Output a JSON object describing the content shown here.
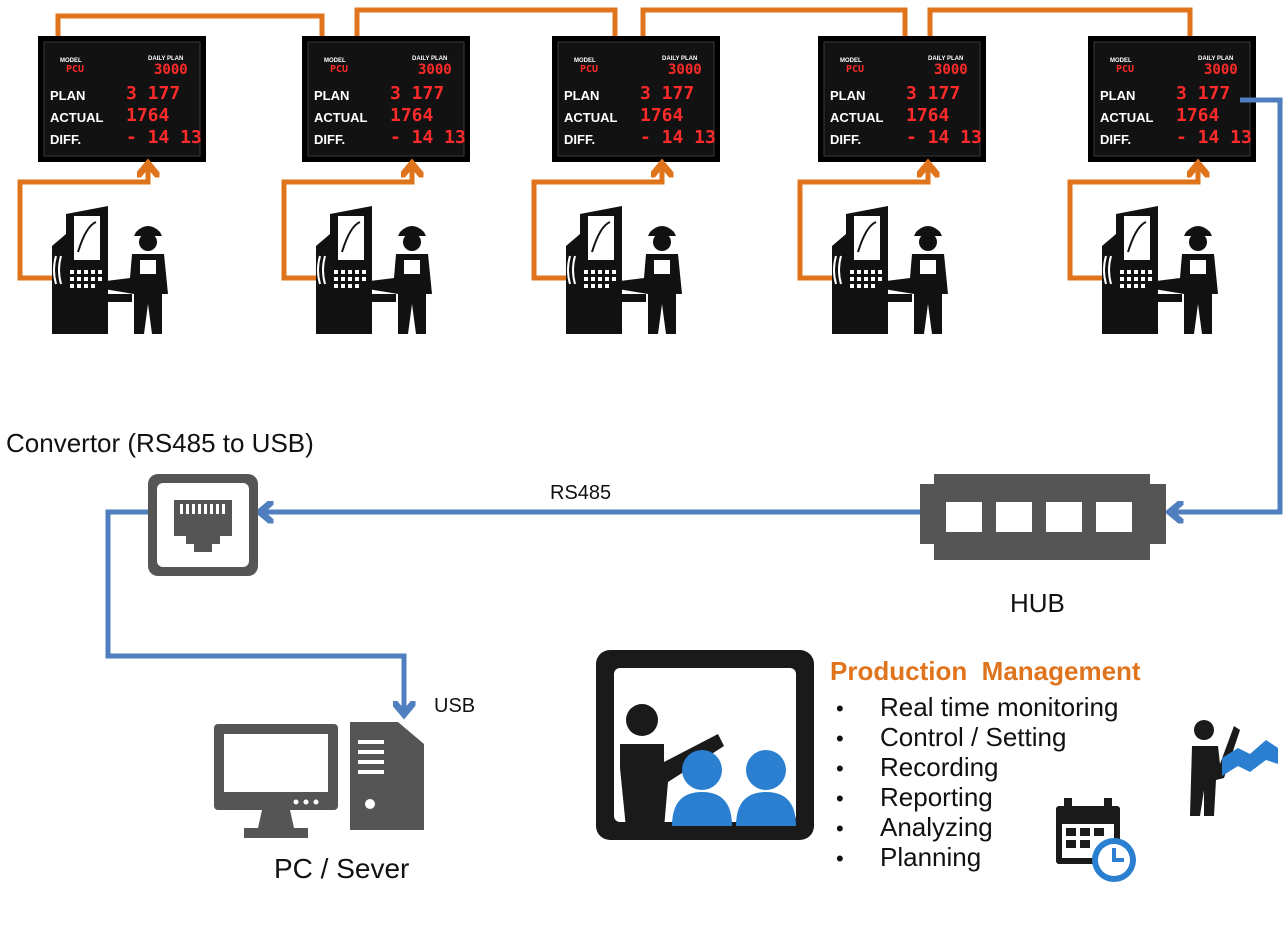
{
  "colors": {
    "orange_link": "#e0741d",
    "blue_link": "#4f7fbf",
    "board_frame": "#000000",
    "led_red": "#ff2a2a",
    "hub_gray": "#555555",
    "icon_blue": "#2a7fd0",
    "pm_title": "#e0741d"
  },
  "board": {
    "model_label": "MODEL",
    "model_value": "PCU",
    "daily_plan_label": "DAILY PLAN",
    "daily_plan_value": "3000",
    "rows": [
      {
        "label": "PLAN",
        "value": "3 177"
      },
      {
        "label": "ACTUAL",
        "value": "1764"
      },
      {
        "label": "DIFF.",
        "value": "- 14 13"
      }
    ]
  },
  "stations": [
    {
      "id": "station-1"
    },
    {
      "id": "station-2"
    },
    {
      "id": "station-3"
    },
    {
      "id": "station-4"
    },
    {
      "id": "station-5"
    }
  ],
  "convertor": {
    "label": "Convertor (RS485 to USB)",
    "icon": "ethernet-port-icon"
  },
  "links": {
    "rs485": "RS485",
    "usb": "USB"
  },
  "hub": {
    "label": "HUB",
    "icon": "hub-icon"
  },
  "pc": {
    "label": "PC / Sever",
    "icons": [
      "monitor-icon",
      "tower-icon"
    ]
  },
  "production_management": {
    "title": "Production  Management",
    "items": [
      "Real time monitoring",
      "Control / Setting",
      "Recording",
      "Reporting",
      "Analyzing",
      "Planning"
    ],
    "icons": [
      "presenter-icon",
      "audience-icon",
      "calendar-clock-icon",
      "businessman-chart-icon"
    ]
  }
}
